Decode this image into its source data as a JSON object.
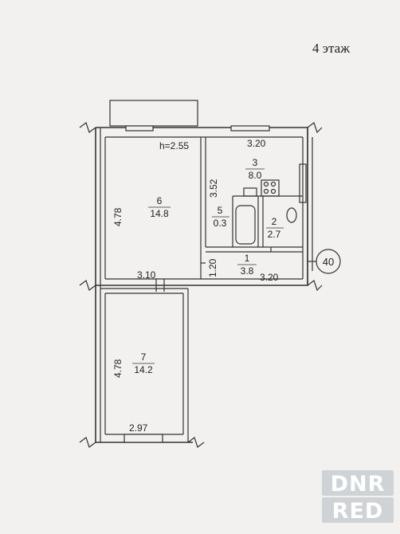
{
  "header": {
    "floor": "4 этаж"
  },
  "rooms": [
    {
      "id": "room-1",
      "number": "1",
      "area": "3.8"
    },
    {
      "id": "room-2",
      "number": "2",
      "area": "2.7"
    },
    {
      "id": "room-3",
      "number": "3",
      "area": "8.0"
    },
    {
      "id": "room-5",
      "number": "5",
      "area": "0.3"
    },
    {
      "id": "room-6",
      "number": "6",
      "area": "14.8"
    },
    {
      "id": "room-7",
      "number": "7",
      "area": "14.2"
    }
  ],
  "dimensions": {
    "ceiling_height": "h=2.55",
    "room3_width": "3.20",
    "room3_depth": "3.52",
    "room6_depth": "4.78",
    "room6_width": "3.10",
    "room1_depth": "1.20",
    "room1_width": "3.20",
    "room7_depth": "4.78",
    "room7_width": "2.97"
  },
  "apartment_number": "40",
  "watermark": {
    "line1": "DNR",
    "line2": "RED"
  }
}
